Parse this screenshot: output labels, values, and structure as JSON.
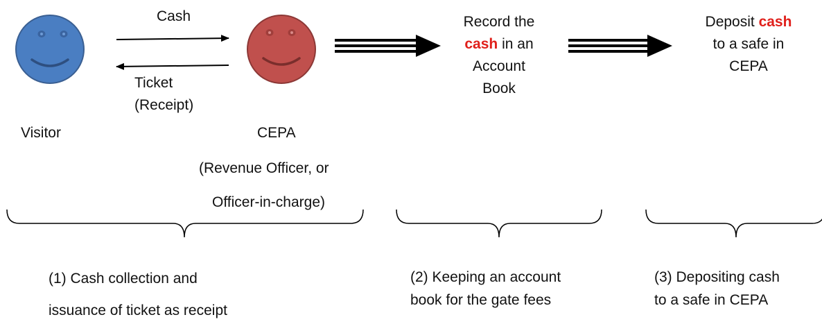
{
  "actors": {
    "visitor": {
      "label": "Visitor",
      "color": "#4a7ec2",
      "stroke": "#3a5f92"
    },
    "cepa": {
      "label": "CEPA",
      "role_line1": "(Revenue Officer, or",
      "role_line2": "Officer-in-charge)",
      "color": "#c0504d",
      "stroke": "#8c3836"
    }
  },
  "exchange": {
    "cash_label": "Cash",
    "ticket_line1": "Ticket",
    "ticket_line2": "(Receipt)"
  },
  "steps": {
    "record": {
      "line1": "Record the",
      "line2_highlight": "cash",
      "line2_rest": " in an",
      "line3": "Account",
      "line4": "Book"
    },
    "deposit": {
      "line1_prefix": "Deposit ",
      "line1_highlight": "cash",
      "line2": "to a safe in",
      "line3": "CEPA"
    }
  },
  "phases": [
    {
      "line1": "(1) Cash collection and",
      "line2": "issuance of ticket as receipt"
    },
    {
      "line1": "(2) Keeping an account",
      "line2": "book for the gate fees"
    },
    {
      "line1": "(3) Depositing cash",
      "line2": "to a safe in CEPA"
    }
  ],
  "highlight_color": "#e0201b"
}
